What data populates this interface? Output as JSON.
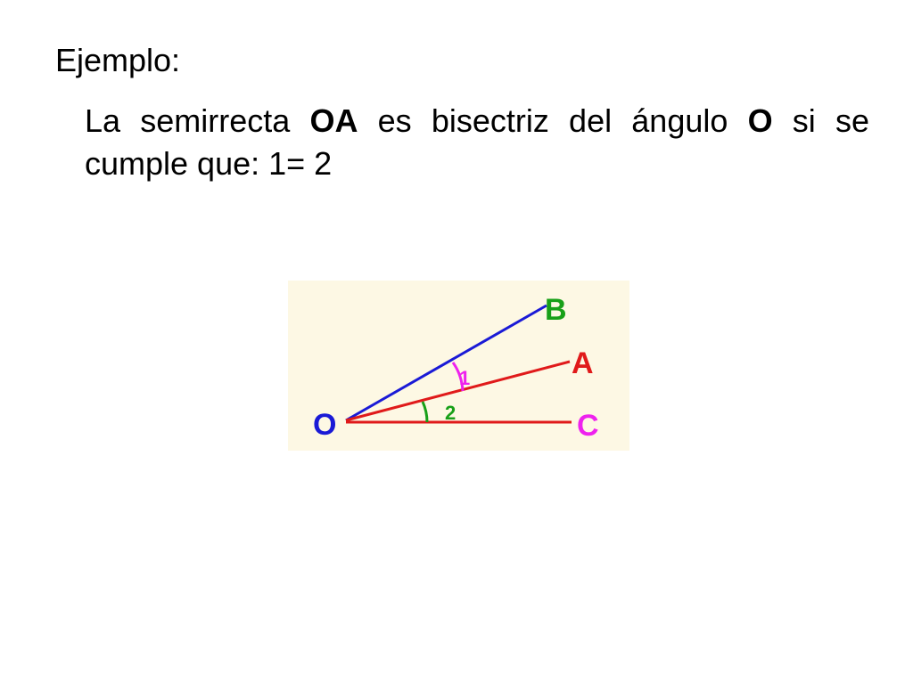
{
  "slide": {
    "heading": "Ejemplo:",
    "sentence": {
      "part1": "La semirrecta ",
      "ray_name": "OA",
      "part2": " es bisectriz del ángulo ",
      "angle_name": "O",
      "part3": " si se cumple que:  1= 2"
    }
  },
  "figure": {
    "vertex_label": "O",
    "ray_labels": {
      "b": "B",
      "a": "A",
      "c": "C"
    },
    "angle_labels": {
      "one": "1",
      "two": "2"
    },
    "colors": {
      "background": "#fdf8e4",
      "ray_ob": "#1a1ad6",
      "ray_oa": "#e01a1a",
      "ray_oc": "#e01a1a",
      "label_b": "#18a018",
      "label_a": "#e01a1a",
      "label_c": "#ee22ee",
      "label_o": "#1a1ad6",
      "angle_one": "#ee22ee",
      "angle_two": "#18a018"
    }
  }
}
